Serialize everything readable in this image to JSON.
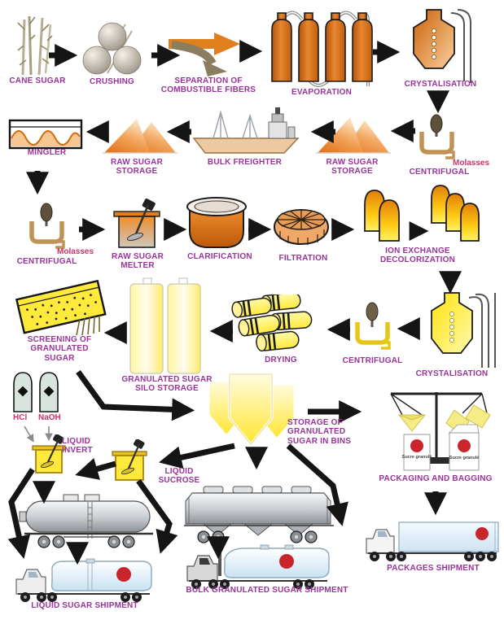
{
  "title": "Sugar refining process flow diagram",
  "colors": {
    "label_purple": "#993399",
    "molasses_pink": "#cc3366",
    "arrow_black": "#151515",
    "process_orange": "#df7f1e",
    "process_yellow": "#ffe93b",
    "trailer_blue": "#cde3f2",
    "logo_red": "#c9252b"
  },
  "labels": {
    "cane_sugar": "CANE SUGAR",
    "crushing": "CRUSHING",
    "separation": "SEPARATION OF COMBUSTIBLE FIBERS",
    "evaporation": "EVAPORATION",
    "crystallisation_1": "CRYSTALISATION",
    "molasses_1": "Molasses",
    "centrifugal_1": "CENTRIFUGAL",
    "raw_sugar_storage_right": "RAW SUGAR STORAGE",
    "bulk_freighter": "BULK FREIGHTER",
    "raw_sugar_storage_left": "RAW SUGAR STORAGE",
    "mingler": "MINGLER",
    "molasses_2": "Molasses",
    "centrifugal_2": "CENTRIFUGAL",
    "raw_sugar_melter": "RAW SUGAR MELTER",
    "clarification": "CLARIFICATION",
    "filtration": "FILTRATION",
    "ion_exchange": "ION EXCHANGE DECOLORIZATION",
    "crystallisation_2": "CRYSTALISATION",
    "centrifugal_3": "CENTRIFUGAL",
    "drying": "DRYING",
    "silo_storage": "GRANULATED SUGAR SILO STORAGE",
    "screening": "SCREENING OF GRANULATED SUGAR",
    "hcl": "HCl",
    "naoh": "NaOH",
    "liquid_invert": "LIQUID INVERT",
    "liquid_sucrose": "LIQUID SUCROSE",
    "bins": "STORAGE OF GRANULATED SUGAR IN BINS",
    "packaging": "PACKAGING AND BAGGING",
    "packages_shipment": "PACKAGES SHIPMENT",
    "bulk_shipment": "BULK GRANULATED SUGAR SHIPMENT",
    "liquid_shipment": "LIQUID SUGAR SHIPMENT",
    "bag_text": "Sucre granulé"
  }
}
